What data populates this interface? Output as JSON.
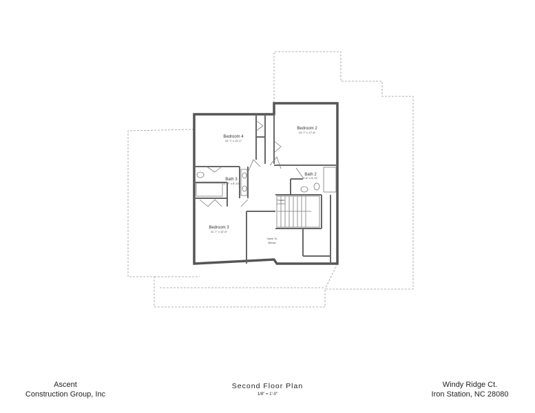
{
  "plan": {
    "rooms": [
      {
        "name": "Bedroom 4",
        "size": "10'-7\" x 12'-1\""
      },
      {
        "name": "Bedroom 2",
        "size": "13'-7\" x 17'-8\""
      },
      {
        "name": "Bath 3",
        "size": "11'-7\" x 8'-10\""
      },
      {
        "name": "Bath 2",
        "size": "5'-6\" x 5'-11\""
      },
      {
        "name": "Bedroom 3",
        "size": "11'-7\" x 12'-6\""
      }
    ],
    "open_label_1": "Open To",
    "open_label_2": "Below",
    "stair_label": "Down"
  },
  "footer": {
    "company_line1": "Ascent",
    "company_line2": "Construction Group, Inc",
    "title": "Second Floor Plan",
    "scale": "1/8\" = 1'-0\"",
    "address_line1": "Windy Ridge Ct.",
    "address_line2": "Iron Station, NC 28080"
  }
}
